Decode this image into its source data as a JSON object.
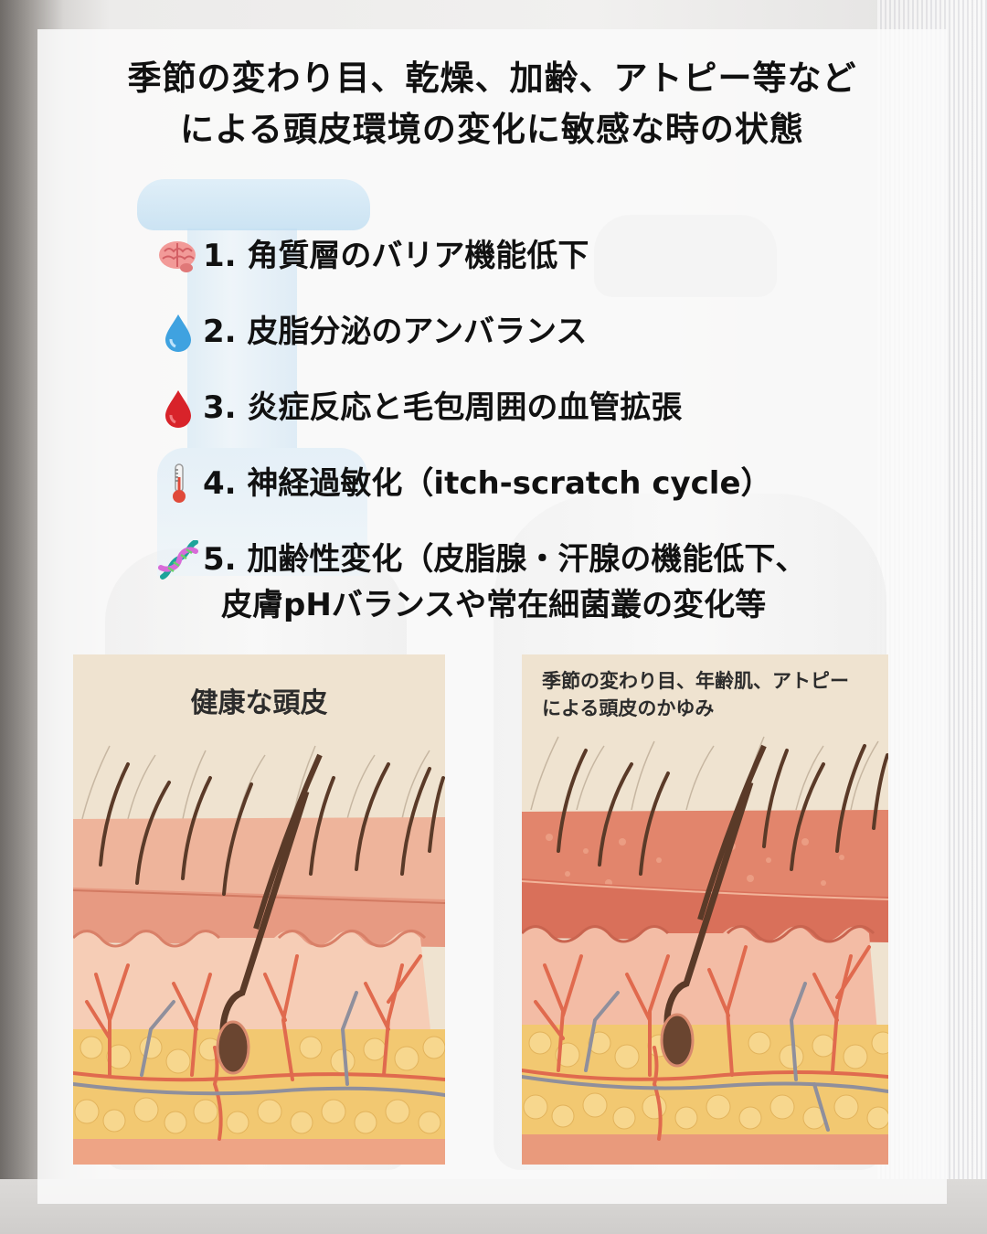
{
  "header": {
    "title_line1": "季節の変わり目、乾燥、加齢、アトピー等など",
    "title_line2": "による頭皮環境の変化に敏感な時の状態"
  },
  "factors": [
    {
      "icon": "brain-icon",
      "text": "1. 角質層のバリア機能低下"
    },
    {
      "icon": "droplet-icon",
      "text": "2. 皮脂分泌のアンバランス"
    },
    {
      "icon": "blood-drop-icon",
      "text": "3. 炎症反応と毛包周囲の血管拡張"
    },
    {
      "icon": "thermometer-icon",
      "text": "4. 神経過敏化（itch-scratch cycle）"
    },
    {
      "icon": "dna-icon",
      "text": "5. 加齢性変化（皮脂腺・汗腺の機能低下、",
      "text_cont": "皮膚pHバランスや常在細菌叢の変化等"
    }
  ],
  "illustrations": {
    "healthy": {
      "label": "健康な頭皮"
    },
    "irritated": {
      "label_line1": "季節の変わり目、年齢肌、アトピー",
      "label_line2": "による頭皮のかゆみ"
    }
  },
  "colors": {
    "text": "#111111",
    "panel_bg": "#efe3d0",
    "epidermis_healthy": "#e9a98e",
    "epidermis_irritated": "#dc7a62",
    "dermis": "#f3c3ac",
    "fat": "#f1c56a",
    "artery": "#e06a4e",
    "vein": "#8f8f9c",
    "hair": "#5a3a28"
  }
}
